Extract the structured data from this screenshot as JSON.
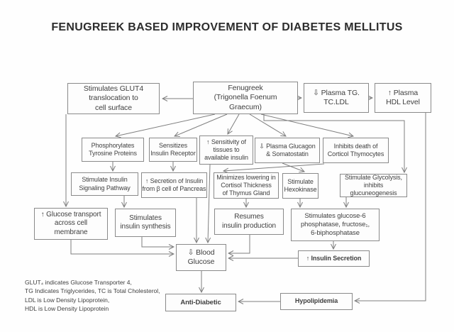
{
  "title": "FENUGREEK BASED IMPROVEMENT OF DIABETES MELLITUS",
  "colors": {
    "border": "#8a8a8a",
    "connector": "#7f7f7f",
    "text": "#3f3f3f"
  },
  "nodes": {
    "glut4": {
      "label": "Stimulates GLUT4\ntranslocation to\ncell surface"
    },
    "fenugreek": {
      "label": "Fenugreek\n(Trigonella Foenum\nGraecum)"
    },
    "plasma_tg": {
      "label": "⇩ Plasma TG.\nTC.LDL"
    },
    "hdl": {
      "label": "↑ Plasma\nHDL Level"
    },
    "phosphorylates": {
      "label": "Phosphorylates\nTyrosine Proteins"
    },
    "sensitizes": {
      "label": "Sensitizes\nInsulin Receptor"
    },
    "sensitivity": {
      "label": "↑ Sensitivity of\ntissues to\navailable insulin"
    },
    "glucagon": {
      "label": "⇩ Plasma Glucagon\n& Somatostatin"
    },
    "inhibits_death": {
      "label": "Inhibits death of\nCorticol Thymocytes"
    },
    "signaling": {
      "label": "Stimulate Insulin\nSignaling Pathway"
    },
    "secretion": {
      "label": "↑ Secretion of Insulin\nfrom β cell of Pancreas"
    },
    "minimizes": {
      "label": "Minimizes lowering in\nCortisol Thickness\nof Thymus Gland"
    },
    "hexokinase": {
      "label": "Stimulate\nHexokinase"
    },
    "glycolysis": {
      "label": "Stimulate Glycolysis,\ninhibits glucuneogenesis"
    },
    "glucose_transport": {
      "label": "↑ Glucose transport\nacross cell\nmembrane"
    },
    "insulin_synthesis": {
      "label": "Stimulates\ninsulin synthesis"
    },
    "resumes": {
      "label": "Resumes\ninsulin production"
    },
    "phosphatase": {
      "label": "Stimulates glucose-6\nphosphatase, fructose₁,\n6-biphosphatase"
    },
    "blood_glucose": {
      "label": "⇩ Blood\nGlucose"
    },
    "insulin_secretion": {
      "label": "↑ Insulin Secretion"
    },
    "anti_diabetic": {
      "label": "Anti-Diabetic"
    },
    "hypolipidemia": {
      "label": "Hypolipidemia"
    }
  },
  "footnote": "GLUT₄ indicates Glucose Transporter 4,\nTG Indicates Triglycerides, TC is Total Cholesterol,\nLDL is Low Density Lipoprotein,\nHDL is Low Density Lipoprotein"
}
